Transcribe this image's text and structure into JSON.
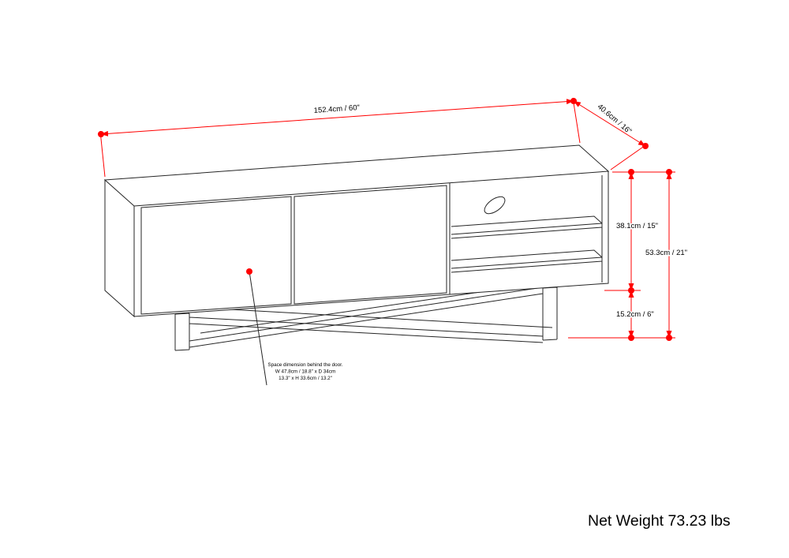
{
  "colors": {
    "dimension": "#ff0000",
    "line": "#262626",
    "text": "#000000",
    "background": "#ffffff"
  },
  "dimensions": {
    "width": "152.4cm / 60\"",
    "depth": "40.6cm / 16\"",
    "cabinet_height": "38.1cm / 15\"",
    "total_height": "53.3cm / 21\"",
    "base_height": "15.2cm / 6\""
  },
  "door_note": {
    "line1": "Space dimension behind the door.",
    "line2": "W 47.8cm / 18.8\" x D 34cm",
    "line3": "13.3\" x H 33.6cm / 13.2\""
  },
  "footer": {
    "net_weight": "Net Weight 73.23 lbs"
  }
}
